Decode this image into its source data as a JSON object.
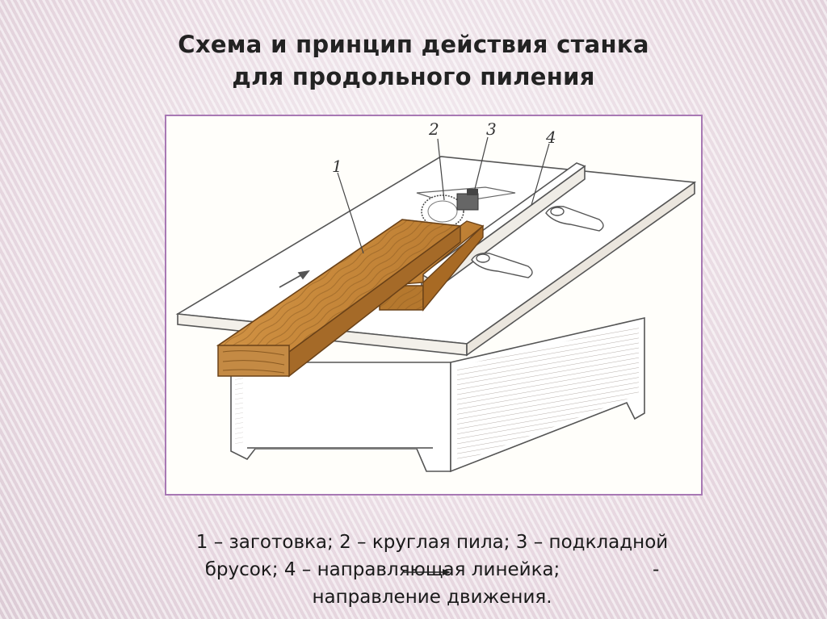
{
  "title": {
    "line1": "Схема и принцип действия станка",
    "line2": "для продольного пиления"
  },
  "figure": {
    "callouts": [
      "1",
      "2",
      "3",
      "4"
    ]
  },
  "caption": {
    "line1": "1 – заготовка; 2 – круглая пила; 3 – подкладной",
    "line2_a": "брусок; 4 – направляющая линейка;",
    "line2_b": "-",
    "line3": "направление движения."
  },
  "colors": {
    "frame_border": "#a878b4",
    "wood": "#c98a3c",
    "wood_dark": "#8a5a22"
  }
}
